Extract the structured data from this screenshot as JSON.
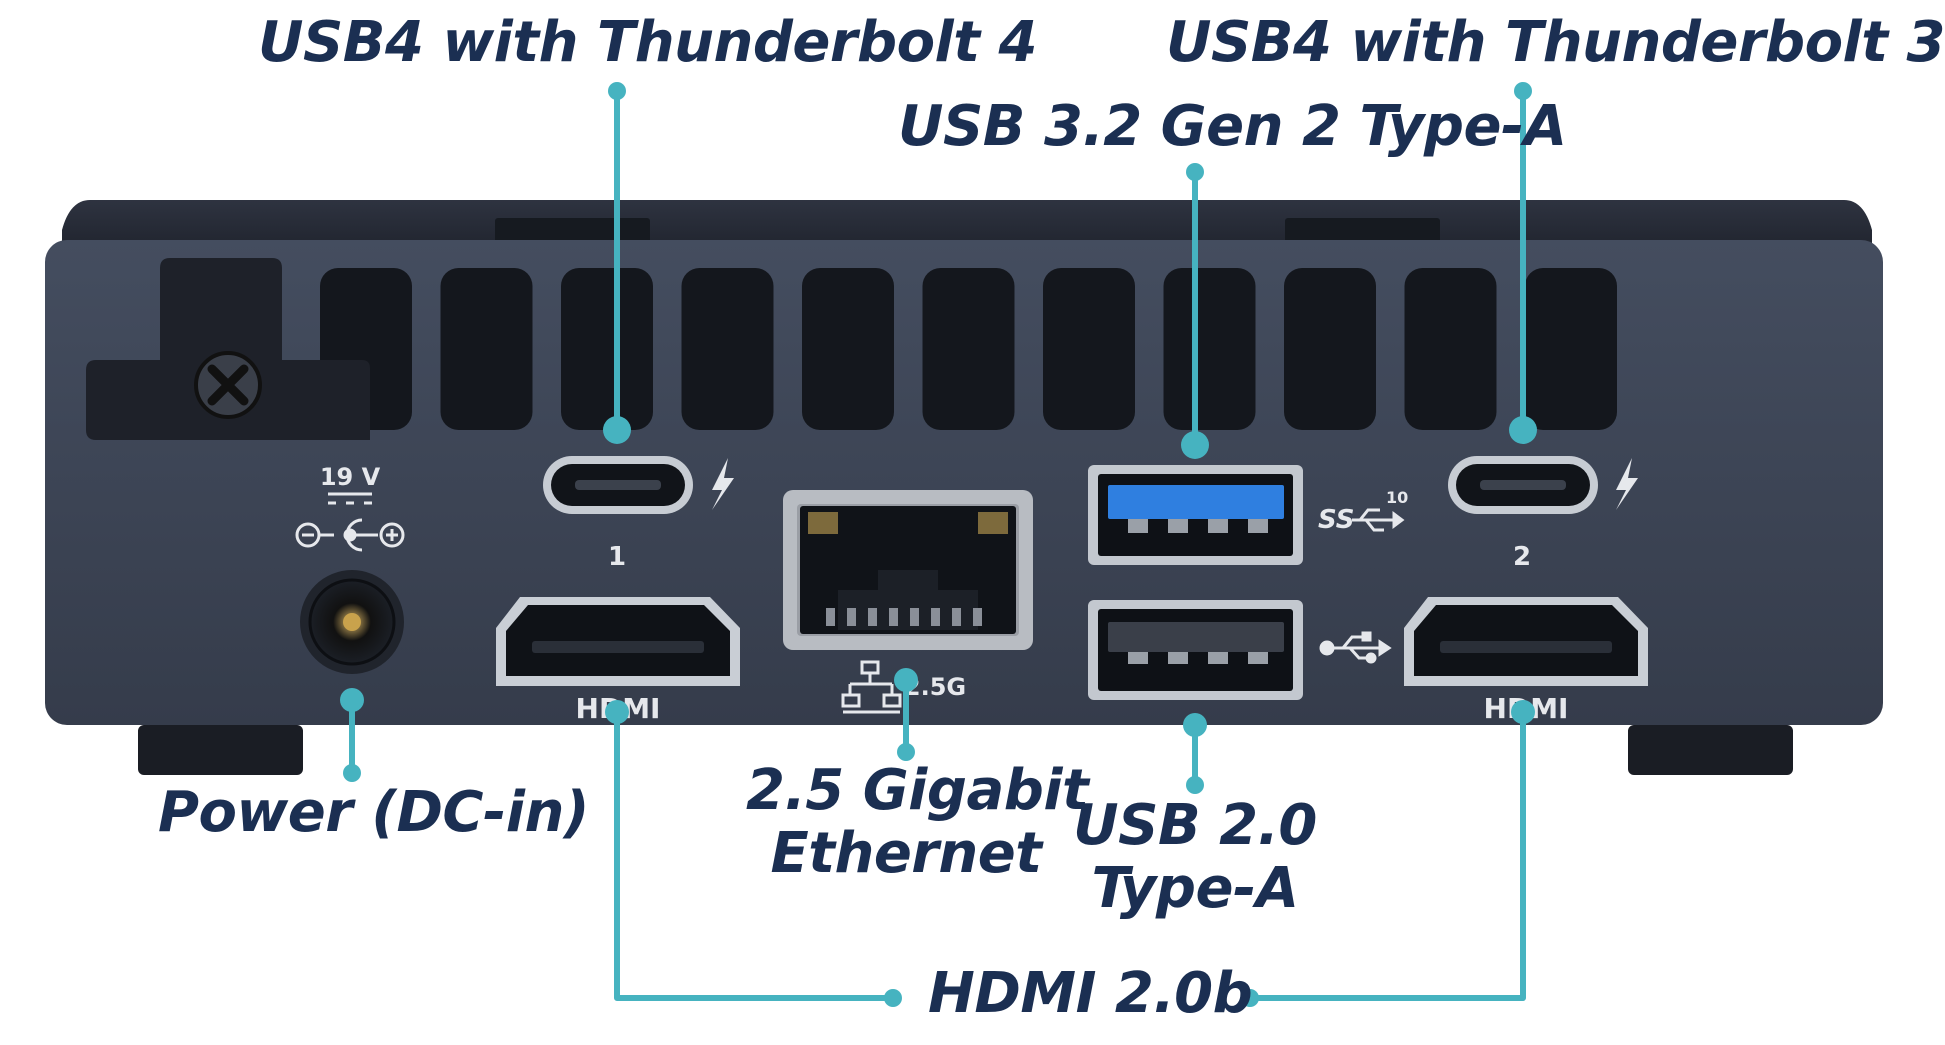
{
  "labels": {
    "usb4_tb4": "USB4 with Thunderbolt 4",
    "usb4_tb3": "USB4 with Thunderbolt 3",
    "usb32_gen2": "USB 3.2 Gen 2 Type-A",
    "power": "Power (DC-in)",
    "ethernet_line1": "2.5 Gigabit",
    "ethernet_line2": "Ethernet",
    "usb20_line1": "USB 2.0",
    "usb20_line2": "Type-A",
    "hdmi": "HDMI 2.0b"
  },
  "device_markings": {
    "voltage": "19 V",
    "port1": "1",
    "port2": "2",
    "hdmi_logo": "HDMI",
    "lan_speed": "2.5G",
    "ss_logo": "SS",
    "ss_rate": "10"
  },
  "colors": {
    "callout_line": "#46b3c0",
    "label_text": "#1b2f52",
    "chassis": "#3c4556",
    "chassis_dark": "#262c38",
    "vent": "#14171d",
    "usb3_blue": "#2f7fe0"
  },
  "icons": [
    "thunderbolt-icon",
    "usb-icon",
    "network-icon",
    "dc-polarity-icon",
    "screw-icon"
  ]
}
